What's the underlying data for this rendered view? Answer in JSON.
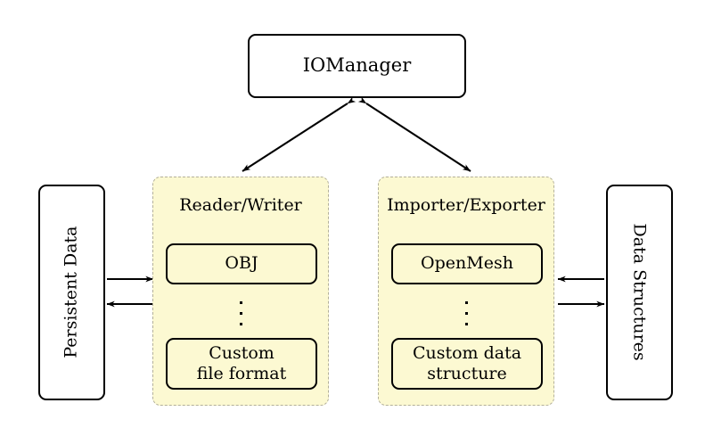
{
  "diagram": {
    "title_node": {
      "label": "IOManager"
    },
    "left_store": {
      "label": "Persistent Data",
      "orientation": "rotated-ccw"
    },
    "right_store": {
      "label": "Data Structures",
      "orientation": "rotated-cw"
    },
    "groups": [
      {
        "id": "reader-writer",
        "title": "Reader/Writer",
        "items": [
          {
            "label": "OBJ"
          },
          {
            "label": "Custom\nfile format",
            "line1": "Custom",
            "line2": "file format"
          }
        ],
        "ellipsis": "vertical-dots"
      },
      {
        "id": "importer-exporter",
        "title": "Importer/Exporter",
        "items": [
          {
            "label": "OpenMesh"
          },
          {
            "label": "Custom data\nstructure",
            "line1": "Custom data",
            "line2": "structure"
          }
        ],
        "ellipsis": "vertical-dots"
      }
    ],
    "connections": [
      {
        "id": "iomanager-to-reader-writer",
        "type": "double-headed-arrow",
        "direction": "bidirectional"
      },
      {
        "id": "iomanager-to-importer-exporter",
        "type": "double-headed-arrow",
        "direction": "bidirectional"
      },
      {
        "id": "persistent-data-to-reader-writer",
        "type": "arrow",
        "direction": "right"
      },
      {
        "id": "reader-writer-to-persistent-data",
        "type": "arrow",
        "direction": "left"
      },
      {
        "id": "importer-exporter-to-data-structures",
        "type": "arrow",
        "direction": "left"
      },
      {
        "id": "data-structures-to-importer-exporter",
        "type": "arrow",
        "direction": "right"
      }
    ],
    "colors": {
      "group_fill": "#fcf9d2",
      "group_border": "#b3b09a",
      "node_border": "#000000",
      "node_fill_white": "#ffffff",
      "background": "#ffffff",
      "arrow": "#000000"
    }
  }
}
